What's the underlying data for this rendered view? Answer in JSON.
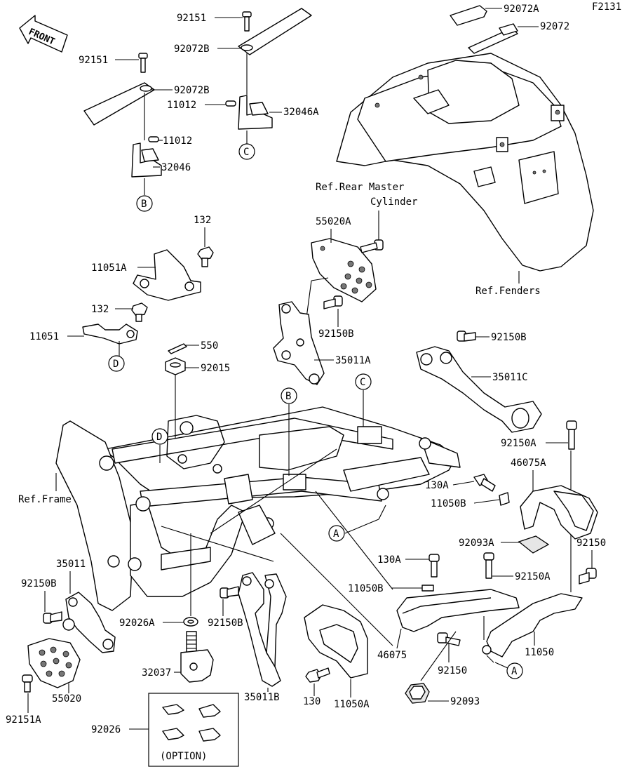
{
  "figure_id": "F2131",
  "front_label": "FRONT",
  "parts": {
    "p92151_top": "92151",
    "p92072A": "92072A",
    "p92072B_top": "92072B",
    "p92072": "92072",
    "p11012_top": "11012",
    "p32046A": "32046A",
    "p92151_left": "92151",
    "p92072B_left": "92072B",
    "p11012_left": "11012",
    "p32046": "32046",
    "p132_top": "132",
    "p11051A": "11051A",
    "p132_mid": "132",
    "p11051": "11051",
    "p550": "550",
    "p92015": "92015",
    "p55020A": "55020A",
    "p92150B_mid": "92150B",
    "p35011A": "35011A",
    "p92150B_right": "92150B",
    "p35011C": "35011C",
    "p92150A_top": "92150A",
    "p46075A": "46075A",
    "p130A_top": "130A",
    "p11050B_top": "11050B",
    "p92093A": "92093A",
    "p130A_mid": "130A",
    "p92150A_mid": "92150A",
    "p92150_right": "92150",
    "p11050B_mid": "11050B",
    "p46075": "46075",
    "p92150_bottom": "92150",
    "p11050": "11050",
    "p92093": "92093",
    "p35011": "35011",
    "p92150B_left": "92150B",
    "p92026A": "92026A",
    "p92150B_low": "92150B",
    "p32037": "32037",
    "p35011B": "35011B",
    "p130": "130",
    "p11050A": "11050A",
    "p55020": "55020",
    "p92151A": "92151A",
    "p92026": "92026"
  },
  "references": {
    "rear_master_line1": "Ref.Rear Master",
    "rear_master_line2": "Cylinder",
    "fenders": "Ref.Fenders",
    "frame": "Ref.Frame"
  },
  "callouts": {
    "A": "A",
    "B": "B",
    "C": "C",
    "D": "D"
  },
  "option_label": "(OPTION)"
}
